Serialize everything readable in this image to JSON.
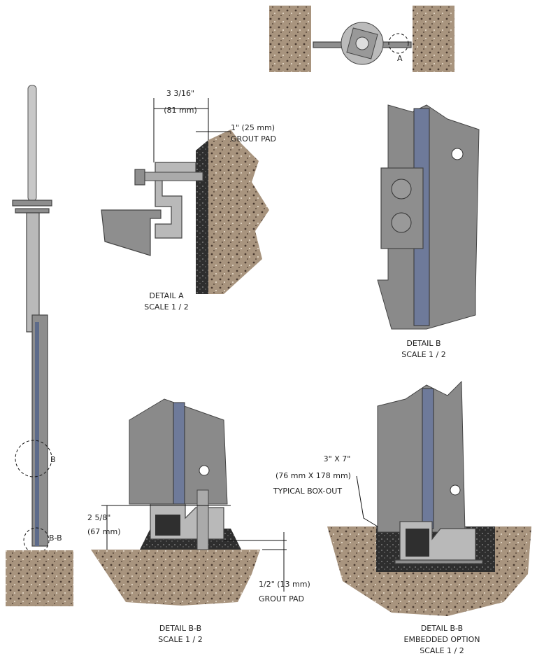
{
  "top_view": {
    "callout_a": "A"
  },
  "elevation": {
    "callout_b": "B",
    "callout_bb": "B-B"
  },
  "detail_a": {
    "dim_width": "3 3/16\"",
    "dim_width_mm": "(81 mm)",
    "dim_grout": "1\" (25 mm)",
    "dim_grout_label": "GROUT PAD",
    "title": "DETAIL  A",
    "scale": "SCALE 1 / 2"
  },
  "detail_b": {
    "title": "DETAIL  B",
    "scale": "SCALE 1 / 2"
  },
  "detail_bb": {
    "dim_height": "2 5/8\"",
    "dim_height_mm": "(67 mm)",
    "dim_grout": "1/2\" (13 mm)",
    "dim_grout_label": "GROUT PAD",
    "title": "DETAIL  B-B",
    "scale": "SCALE 1 / 2"
  },
  "detail_bb_embedded": {
    "boxout_size": "3\" X 7\"",
    "boxout_size_mm": "(76 mm X 178 mm)",
    "boxout_label": "TYPICAL BOX-OUT",
    "title": "DETAIL  B-B",
    "subtitle": "EMBEDDED OPTION",
    "scale": "SCALE 1 / 2"
  },
  "colors": {
    "stone": "#9c8a78",
    "steel": "#8e8e8e",
    "plate": "#6e7a9a",
    "grout": "#3a3a3a"
  }
}
